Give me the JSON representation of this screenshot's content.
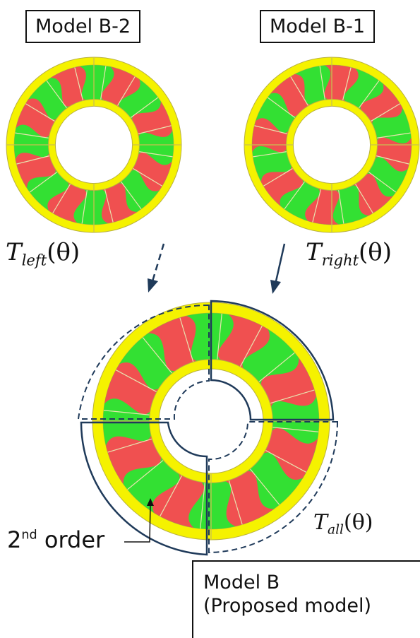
{
  "labels": {
    "model_b2": "Model B-2",
    "model_b1": "Model B-1",
    "model_b_line1": "Model B",
    "model_b_line2": "(Proposed model)"
  },
  "equations": {
    "t_left": {
      "base": "T",
      "sub": "left",
      "arg": "(θ)"
    },
    "t_right": {
      "base": "T",
      "sub": "right",
      "arg": "(θ)"
    },
    "t_all": {
      "base": "T",
      "sub": "all",
      "arg": "(θ)"
    }
  },
  "annotation": {
    "order_number": "2",
    "order_suffix": "nd",
    "order_word": " order"
  },
  "colors": {
    "yellow": "#f5f200",
    "yellow_edge": "#b8b040",
    "green": "#33e033",
    "red": "#f05050",
    "divider": "#e8e4b0",
    "arrow": "#1f3a5a"
  }
}
